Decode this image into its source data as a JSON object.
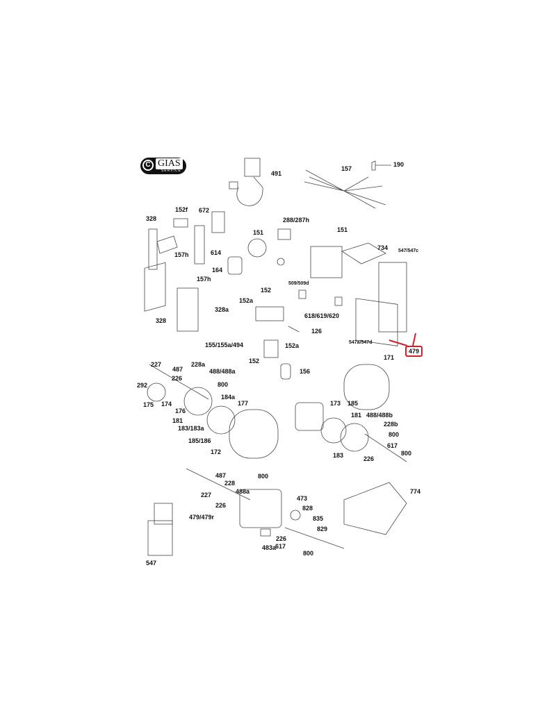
{
  "logo": {
    "brand": "GIAS",
    "subtitle": "SERVICE"
  },
  "highlight": {
    "label": "479",
    "color": "#d0202a"
  },
  "labels": [
    "491",
    "157",
    "190",
    "152f",
    "672",
    "328",
    "288/287h",
    "151",
    "151",
    "734",
    "547/547c",
    "157h",
    "614",
    "164",
    "157h",
    "509/509d",
    "152",
    "152a",
    "328a",
    "618/619/620",
    "328",
    "126",
    "155/155a/494",
    "547a/547d",
    "152a",
    "152",
    "171",
    "156",
    "227",
    "487",
    "228a",
    "226",
    "488/488a",
    "292",
    "800",
    "175",
    "174",
    "176",
    "184a",
    "177",
    "173",
    "185",
    "181",
    "183/183a",
    "181",
    "488/488b",
    "228b",
    "800",
    "185/186",
    "617",
    "800",
    "172",
    "183",
    "226",
    "487",
    "800",
    "228",
    "488a",
    "227",
    "473",
    "226",
    "828",
    "479/479r",
    "835",
    "829",
    "226",
    "617",
    "483a",
    "800",
    "774",
    "547"
  ]
}
